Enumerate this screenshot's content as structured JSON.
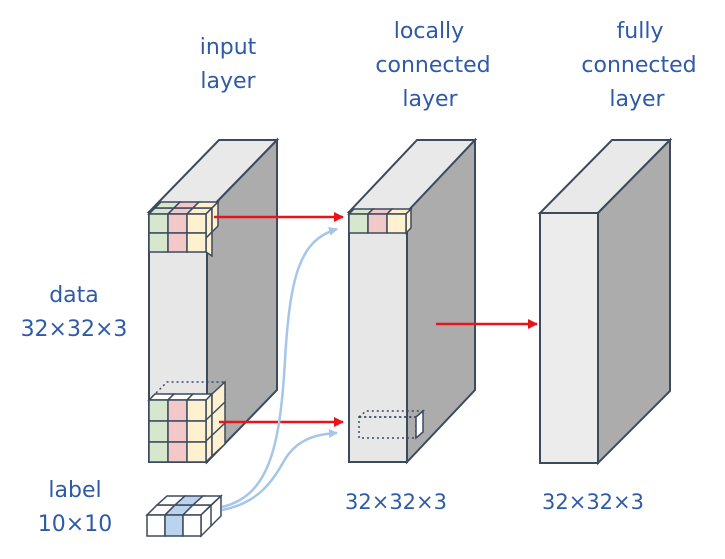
{
  "header": {
    "input": [
      "input",
      "layer"
    ],
    "locally": [
      "locally",
      "connected",
      "layer"
    ],
    "fully": [
      "fully",
      "connected",
      "layer"
    ]
  },
  "side_labels": {
    "data_name": "data",
    "data_dim": "32×32×3",
    "label_name": "label",
    "label_dim": "10×10"
  },
  "dims": {
    "locally": "32×32×3",
    "fully": "32×32×3"
  },
  "colors": {
    "text": "#2f5aa8",
    "arrow": "#e8141a",
    "curve": "#a5c6e8",
    "kernel_cols": [
      "#d6e7cd",
      "#f2c8c9",
      "#fdf1cf"
    ],
    "label_highlight": "#bcd3ee"
  }
}
